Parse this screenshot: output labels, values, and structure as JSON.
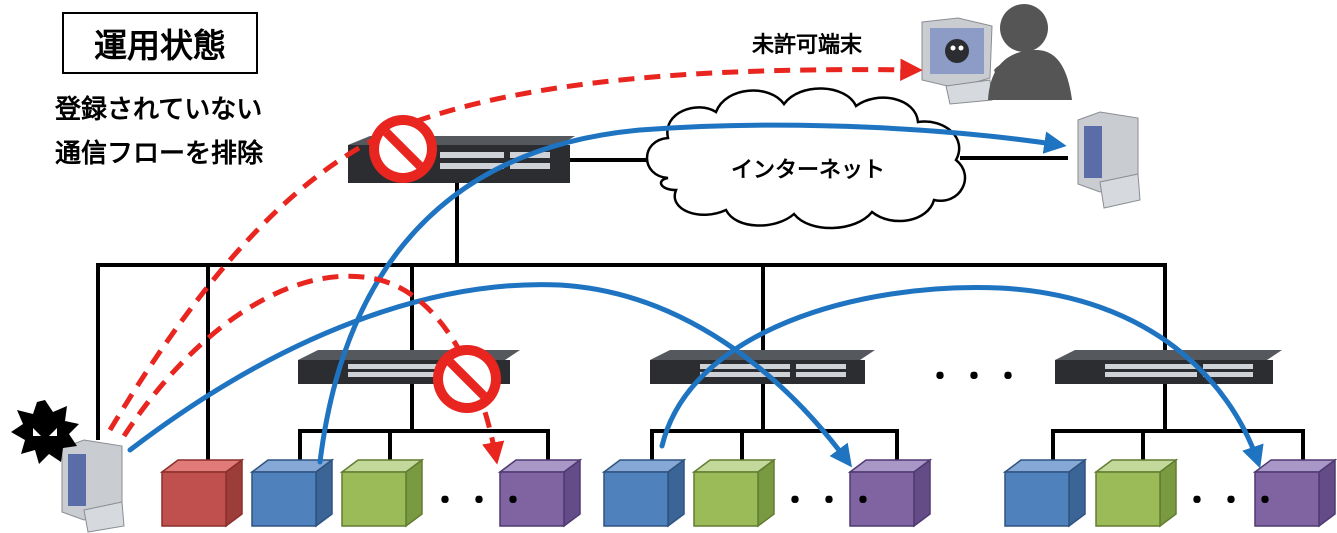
{
  "title": "運用状態",
  "description": [
    "登録されていない",
    "通信フローを排除"
  ],
  "internet_label": "インターネット",
  "unauthorized_terminal_label": "未許可端末",
  "ellipsis": "・・・",
  "colors": {
    "blocked_flow": "#e8251f",
    "allowed_flow": "#1f74c2",
    "block_sign": "#e8251f",
    "cube_red": "#c0504d",
    "cube_blue": "#4f81bd",
    "cube_green": "#9bbb59",
    "cube_purple": "#8064a2",
    "switch": "#2b2d30",
    "line": "#000000",
    "hacker": "#555555"
  },
  "icons": [
    "no-entry-icon",
    "switch-icon",
    "computer-icon",
    "hacker-icon",
    "virus-icon",
    "cloud-icon",
    "cube-icon"
  ]
}
